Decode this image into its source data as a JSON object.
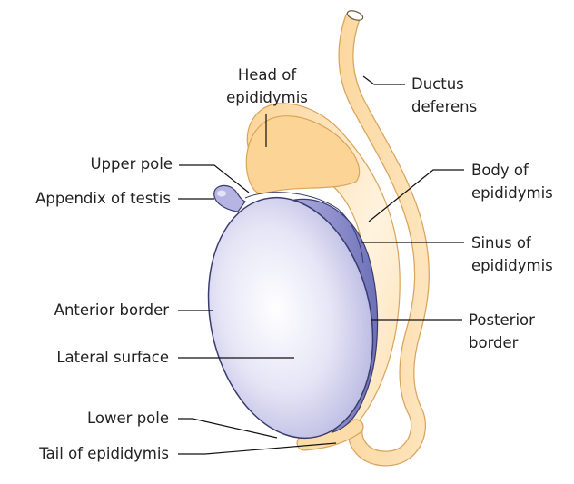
{
  "colors": {
    "epididymis": "#FDD9A0",
    "epididymis_edge": "#D9A45C",
    "testis_light": "#FFFFFF",
    "testis_mid": "#D8D7F0",
    "testis_dark": "#8E90CF",
    "testis_edge": "#3A3C6E",
    "leader_line": "#111111"
  },
  "labels": {
    "head_line1": "Head of",
    "head_line2": "epididymis",
    "ductus_line1": "Ductus",
    "ductus_line2": "deferens",
    "upper_pole": "Upper pole",
    "appendix": "Appendix of testis",
    "body_line1": "Body of",
    "body_line2": "epididymis",
    "sinus_line1": "Sinus of",
    "sinus_line2": "epididymis",
    "anterior_border": "Anterior border",
    "posterior_line1": "Posterior",
    "posterior_line2": "border",
    "lateral_surface": "Lateral surface",
    "lower_pole": "Lower pole",
    "tail": "Tail of epididymis"
  }
}
